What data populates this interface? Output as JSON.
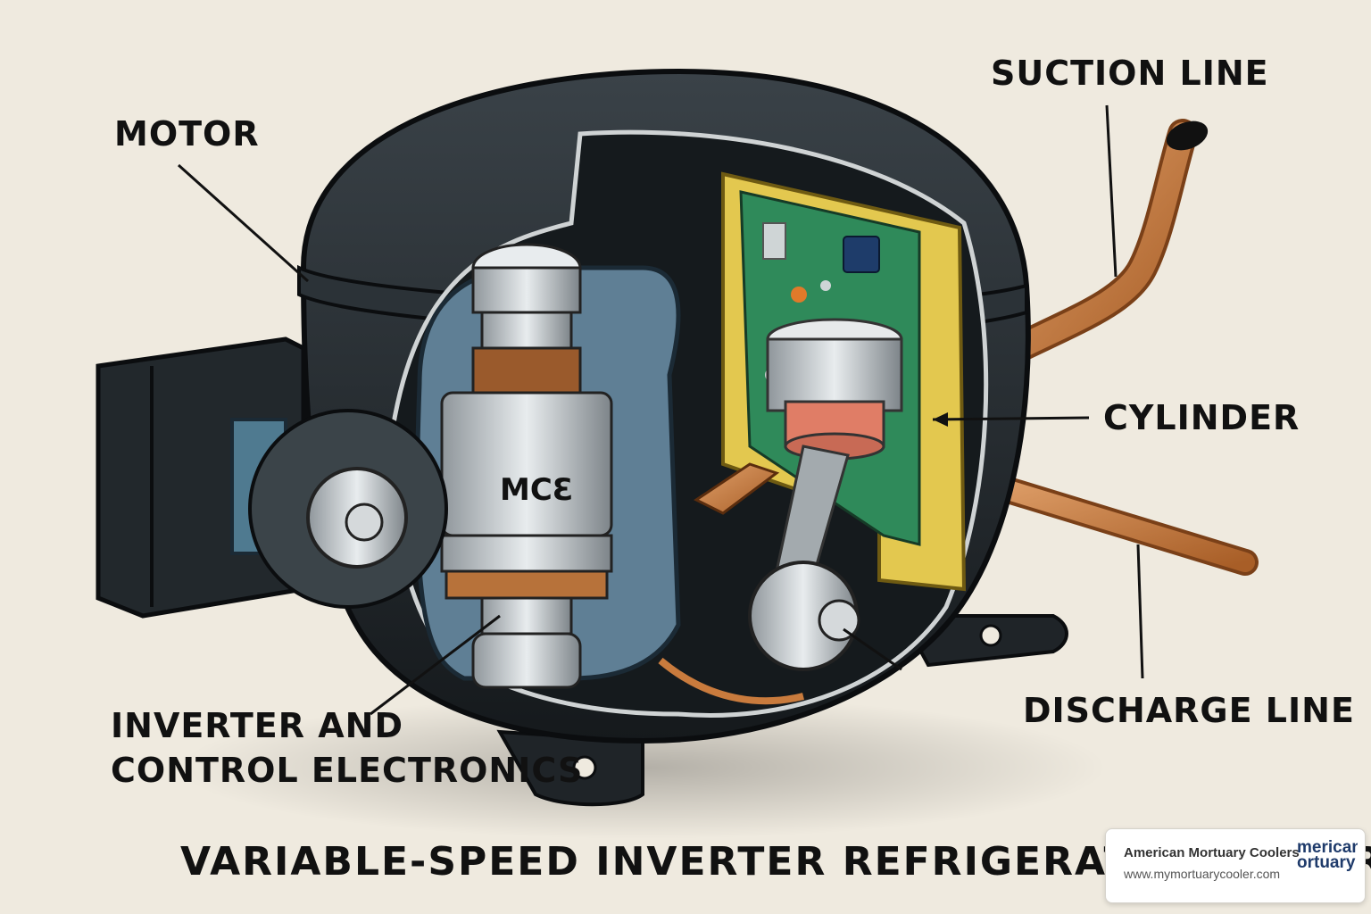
{
  "labels": {
    "motor": "MOTOR",
    "suction_line": "SUCTION LINE",
    "cylinder": "CYLINDER",
    "discharge_line": "DISCHARGE LINE",
    "inverter_line1": "INVERTER AND",
    "inverter_line2": "CONTROL ELECTRONICS",
    "rotor_marking": "MCƐ"
  },
  "caption": "VARIABLE-SPEED INVERTER REFRIGERATOR COMPR",
  "watermark": {
    "name": "American Mortuary Coolers",
    "url": "www.mymortuarycooler.com",
    "logo_text": "merican ortuary"
  },
  "colors": {
    "background": "#efeadf",
    "shell": "#1d2226",
    "copper": "#c97b3d",
    "pcb": "#2f8a5a",
    "frame": "#e3c84f",
    "housing": "#5f7f95"
  }
}
